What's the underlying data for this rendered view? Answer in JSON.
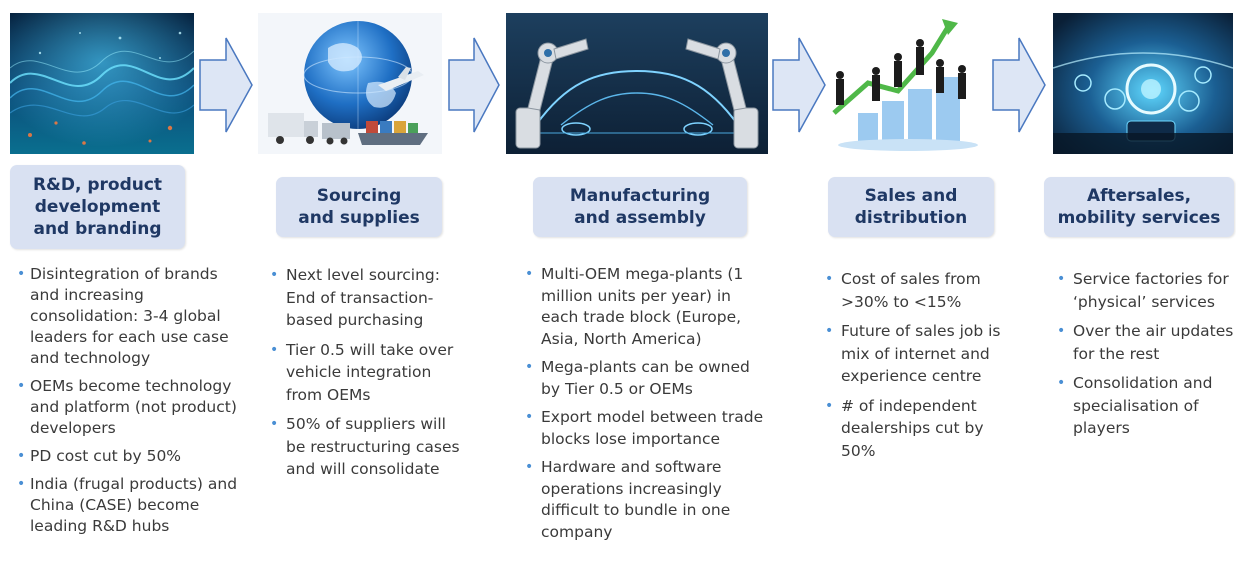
{
  "stages": [
    {
      "title": "R&D, product development and branding",
      "image": "data-network-waves-image",
      "bullets": [
        "Disintegration of brands and increasing consolidation: 3-4 global leaders for each use case and technology",
        "OEMs become technology and platform (not product) developers",
        "PD cost cut by 50%",
        "India (frugal products) and China (CASE) become leading R&D hubs"
      ]
    },
    {
      "title": "Sourcing and supplies",
      "image": "globe-logistics-image",
      "bullets": [
        "Next level sourcing: End of transaction-based purchasing",
        "Tier 0.5 will take over vehicle integration from OEMs",
        "50% of suppliers will be restructuring cases and will consolidate"
      ]
    },
    {
      "title": "Manufacturing and assembly",
      "image": "robot-arms-car-image",
      "bullets": [
        "Multi-OEM mega-plants (1 million units per year) in each trade block (Europe, Asia, North America)",
        "Mega-plants can be owned by Tier 0.5 or OEMs",
        "Export model between trade blocks lose importance",
        "Hardware and software operations increasingly difficult to bundle in one company"
      ]
    },
    {
      "title": "Sales and distribution",
      "image": "business-growth-image",
      "bullets": [
        "Cost of sales from >30% to <15%",
        "Future of sales job is mix of internet and experience centre",
        "# of independent dealerships cut by 50%"
      ]
    },
    {
      "title": "Aftersales, mobility services",
      "image": "connected-car-dashboard-image",
      "bullets": [
        "Service factories for ‘physical’ services",
        "Over the air updates for the rest",
        "Consolidation and specialisation of players"
      ]
    }
  ]
}
